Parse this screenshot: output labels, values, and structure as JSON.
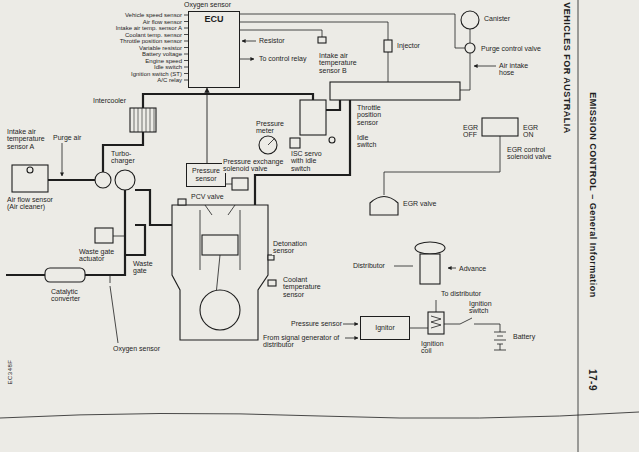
{
  "diagram": {
    "nodes": [
      {
        "text": [
          "ECU"
        ]
      },
      {
        "text": [
          "Pressure sensor"
        ]
      },
      {
        "text": [
          "Ignitor"
        ]
      }
    ],
    "edges": [
      {
        "from": 1,
        "to": 0,
        "arrow": "to"
      }
    ],
    "labels": [
      "Oxygen sensor",
      "Vehicle speed sensor",
      "Air flow sensor",
      "Intake air temp. sensor A",
      "Coolant temp. sensor",
      "Throttle position sensor",
      "Variable resistor",
      "Battery voltage",
      "Engine speed",
      "Idle switch",
      "Ignition switch (ST)",
      "A/C relay",
      "Resistor",
      "To control relay",
      "Intake air temperature sensor B",
      "Injector",
      "Canister",
      "Purge control valve",
      "Air intake hose",
      "Intercooler",
      "Pressure meter",
      "Pressure exchange solenoid valve",
      "ISC servo with idle switch",
      "Throttle position sensor",
      "Idle switch",
      "EGR valve",
      "EGR OFF",
      "EGR ON",
      "EGR control solenoid valve",
      "Intake air temperature sensor A",
      "Purge air",
      "Turbo-charger",
      "Air flow sensor (Air cleaner)",
      "PCV valve",
      "Waste gate actuator",
      "Waste gate",
      "Catalytic converter",
      "Oxygen sensor",
      "Detonation sensor",
      "Coolant temperature sensor",
      "Distributor",
      "Advance",
      "To distributor",
      "Ignition switch",
      "Battery",
      "Ignition coil",
      "Pressure sensor",
      "From signal generator of distributor",
      "VEHICLES FOR AUSTRALIA",
      "EMISSION CONTROL – General Information",
      "17-9",
      "EC348F"
    ]
  }
}
